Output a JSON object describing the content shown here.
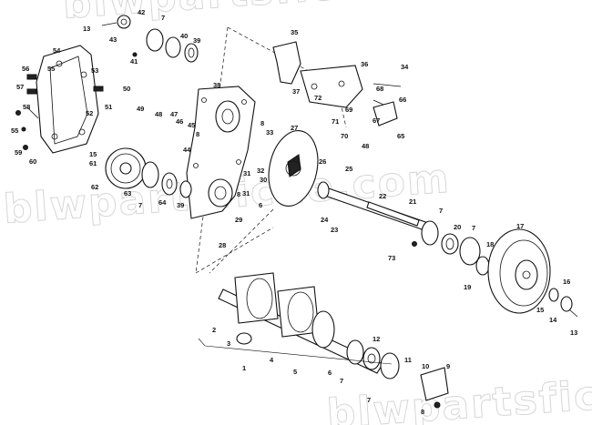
{
  "watermark": {
    "line1": "blwpartsfiche.com",
    "line2": "blwpartsfiche.com",
    "line3": "blwpartsfiche.com"
  },
  "callouts": [
    {
      "text": "42"
    },
    {
      "text": "13"
    },
    {
      "text": "43"
    },
    {
      "text": "7"
    },
    {
      "text": "40"
    },
    {
      "text": "39"
    },
    {
      "text": "41"
    },
    {
      "text": "35"
    },
    {
      "text": "34"
    },
    {
      "text": "36"
    },
    {
      "text": "54"
    },
    {
      "text": "56"
    },
    {
      "text": "55"
    },
    {
      "text": "53"
    },
    {
      "text": "57"
    },
    {
      "text": "38"
    },
    {
      "text": "37"
    },
    {
      "text": "72"
    },
    {
      "text": "68"
    },
    {
      "text": "66"
    },
    {
      "text": "50"
    },
    {
      "text": "52"
    },
    {
      "text": "51"
    },
    {
      "text": "49"
    },
    {
      "text": "48"
    },
    {
      "text": "47"
    },
    {
      "text": "46"
    },
    {
      "text": "45"
    },
    {
      "text": "58"
    },
    {
      "text": "55"
    },
    {
      "text": "59"
    },
    {
      "text": "60"
    },
    {
      "text": "8"
    },
    {
      "text": "33"
    },
    {
      "text": "27"
    },
    {
      "text": "69"
    },
    {
      "text": "71"
    },
    {
      "text": "67"
    },
    {
      "text": "70"
    },
    {
      "text": "48"
    },
    {
      "text": "65"
    },
    {
      "text": "44"
    },
    {
      "text": "8"
    },
    {
      "text": "15"
    },
    {
      "text": "61"
    },
    {
      "text": "31"
    },
    {
      "text": "32"
    },
    {
      "text": "26"
    },
    {
      "text": "25"
    },
    {
      "text": "62"
    },
    {
      "text": "63"
    },
    {
      "text": "7"
    },
    {
      "text": "64"
    },
    {
      "text": "39"
    },
    {
      "text": "31"
    },
    {
      "text": "30"
    },
    {
      "text": "6"
    },
    {
      "text": "29"
    },
    {
      "text": "22"
    },
    {
      "text": "21"
    },
    {
      "text": "24"
    },
    {
      "text": "23"
    },
    {
      "text": "7"
    },
    {
      "text": "20"
    },
    {
      "text": "7"
    },
    {
      "text": "17"
    },
    {
      "text": "18"
    },
    {
      "text": "8"
    },
    {
      "text": "28"
    },
    {
      "text": "73"
    },
    {
      "text": "19"
    },
    {
      "text": "16"
    },
    {
      "text": "15"
    },
    {
      "text": "14"
    },
    {
      "text": "13"
    },
    {
      "text": "2"
    },
    {
      "text": "3"
    },
    {
      "text": "4"
    },
    {
      "text": "5"
    },
    {
      "text": "12"
    },
    {
      "text": "6"
    },
    {
      "text": "7"
    },
    {
      "text": "11"
    },
    {
      "text": "10"
    },
    {
      "text": "9"
    },
    {
      "text": "1"
    },
    {
      "text": "7"
    },
    {
      "text": "8"
    }
  ]
}
